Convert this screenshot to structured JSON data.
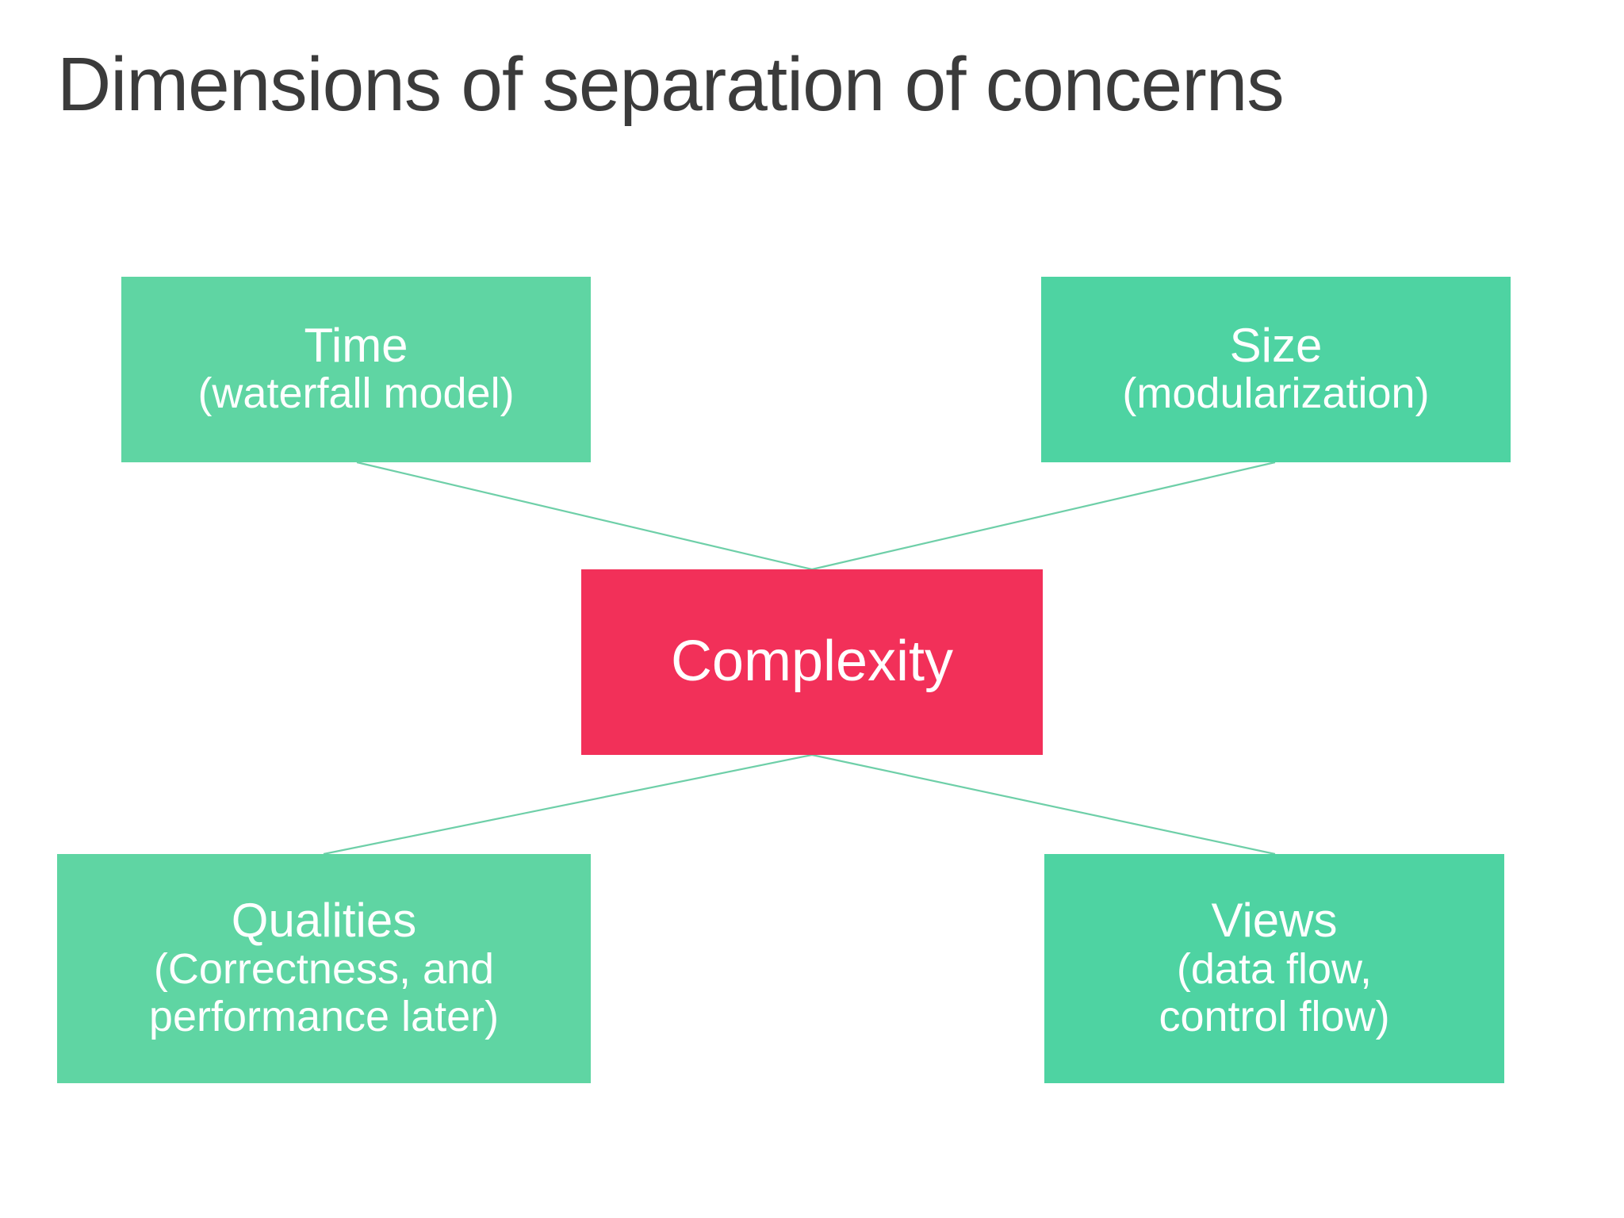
{
  "slide": {
    "title": "Dimensions of separation of concerns",
    "background_color": "#ffffff",
    "title_color": "#3b3b3b"
  },
  "colors": {
    "green": "#5FD5A3",
    "green_alt": "#4ED3A2",
    "red": "#F23059",
    "connector": "#6ECFA8",
    "node_text": "#ffffff"
  },
  "diagram": {
    "type": "hub-and-spoke",
    "center": {
      "id": "complexity",
      "label": "Complexity",
      "sublabel_line1": "",
      "sublabel_line2": "",
      "color": "#F23059"
    },
    "nodes": [
      {
        "id": "time",
        "position": "top-left",
        "label": "Time",
        "sublabel_line1": "(waterfall model)",
        "sublabel_line2": "",
        "color": "#5FD5A3"
      },
      {
        "id": "size",
        "position": "top-right",
        "label": "Size",
        "sublabel_line1": "(modularization)",
        "sublabel_line2": "",
        "color": "#4ED3A2"
      },
      {
        "id": "qualities",
        "position": "bottom-left",
        "label": "Qualities",
        "sublabel_line1": "(Correctness, and",
        "sublabel_line2": "performance later)",
        "color": "#5FD5A3"
      },
      {
        "id": "views",
        "position": "bottom-right",
        "label": "Views",
        "sublabel_line1": "(data flow,",
        "sublabel_line2": "control flow)",
        "color": "#4ED3A2"
      }
    ],
    "connectors": [
      {
        "from": "time",
        "to": "complexity"
      },
      {
        "from": "size",
        "to": "complexity"
      },
      {
        "from": "complexity",
        "to": "qualities"
      },
      {
        "from": "complexity",
        "to": "views"
      }
    ]
  }
}
